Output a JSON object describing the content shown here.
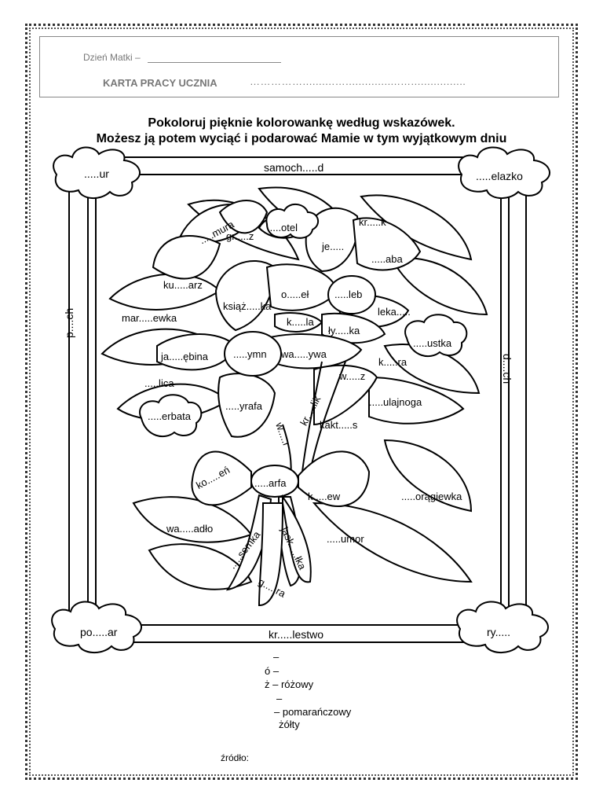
{
  "header": {
    "dzien_label": "Dzień Matki –",
    "karta_label": "KARTA PRACY UCZNIA",
    "karta_dots": "……………..........….................…................."
  },
  "instructions": {
    "line1": "Pokoloruj pięknie kolorowankę według wskazówek.",
    "line2": "Możesz ją potem wyciąć i podarować Mamie w tym wyjątkowym dniu"
  },
  "frame_words": {
    "top_left_cloud": ".....ur",
    "top": "samoch.....d",
    "top_right_cloud": ".....elazko",
    "left": "p....ch",
    "right": "d....ch",
    "bottom_left_cloud": "po.....ar",
    "bottom": "kr.....lestwo",
    "bottom_right_cloud": "ry....."
  },
  "flower_words": {
    "mura": ".....mura",
    "grz": "gr.....z",
    "otel": ".....otel",
    "krk": "kr.....k",
    "je": "je.....",
    "aba": ".....aba",
    "kuarz": "ku.....arz",
    "ksiaka": "książ.....ka",
    "oel": "o.....eł",
    "leb": ".....leb",
    "leka": "leka.....",
    "marewka": "mar.....ewka",
    "kla": "k.....la",
    "lyka": "ły.....ka",
    "ustka": ".....ustka",
    "jaebina": "ja.....ębina",
    "ymn": ".....ymn",
    "wayway": "wa.....ywa",
    "kra": "k.....ra",
    "lica": ".....lica",
    "wz": "w.....z",
    "krlik": "kr.....lik",
    "ulajnoga": ".....ulajnoga",
    "erbata": ".....erbata",
    "yrafa": ".....yrafa",
    "wr": "w.....r",
    "kakts": "kakt.....s",
    "koen": "ko.....eń",
    "arfa": ".....arfa",
    "kew": "k.....ew",
    "oragiewka": ".....orągiewka",
    "waadlo": "wa.....adło",
    "semka": ".....semka",
    "jaskolka": "jask.....łka",
    "umor": ".....umor",
    "gra": "g.....ra"
  },
  "legend": {
    "l1": "–",
    "l2": "ó –",
    "l3": "ż – różowy",
    "l4": "–",
    "l5": "– pomarańczowy",
    "l6": "żółty",
    "source": "źródło:"
  }
}
